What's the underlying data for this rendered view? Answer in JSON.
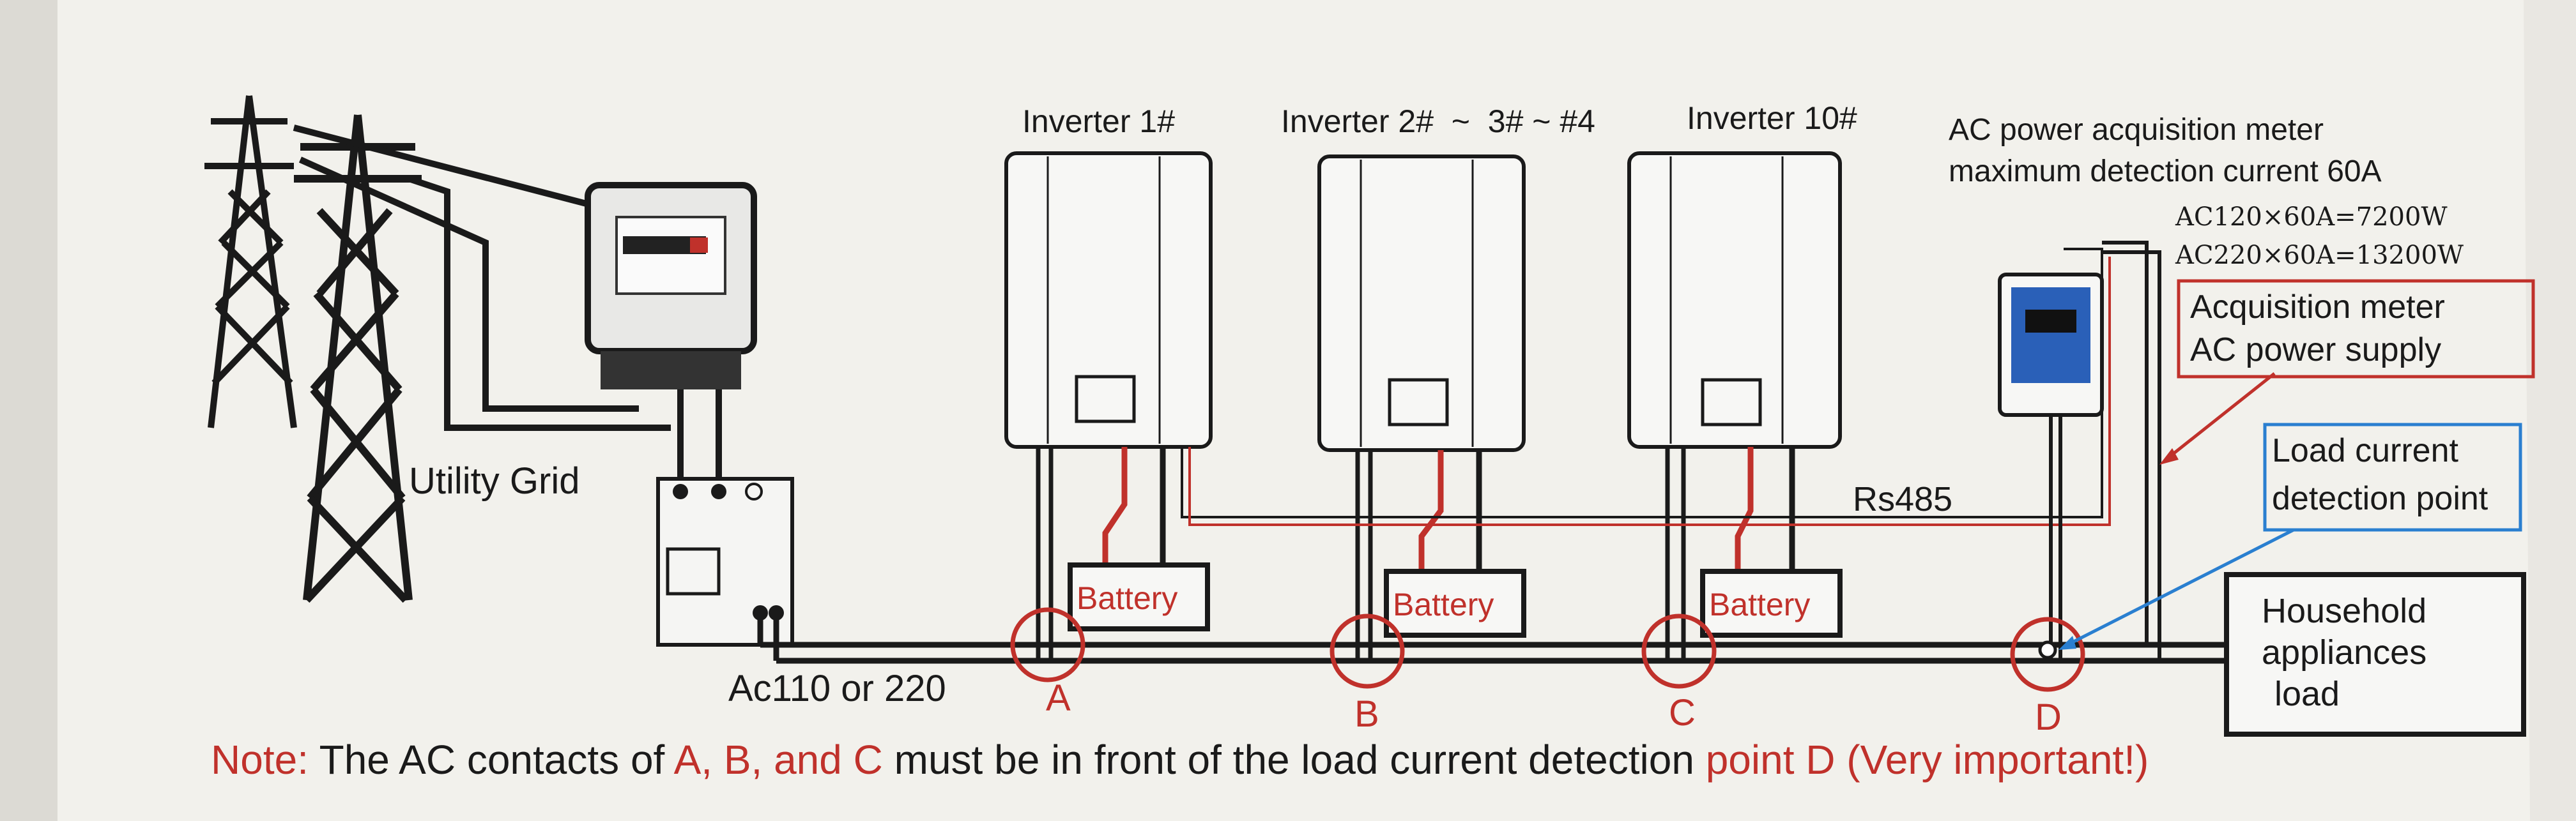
{
  "inverters": {
    "inv1": "Inverter 1#",
    "inv_mid": "Inverter 2#  ~  3# ~ #4",
    "inv10": "Inverter 10#"
  },
  "battery_label": "Battery",
  "utility_grid": "Utility Grid",
  "ac_voltage": "Ac110 or 220",
  "rs485": "Rs485",
  "meter_title": [
    "AC power acquisition meter",
    "maximum detection current 60A"
  ],
  "meter_calc": [
    "AC120×60A=7200W",
    "AC220×60A=13200W"
  ],
  "acq_supply": [
    "Acquisition meter",
    "AC power supply"
  ],
  "load_point": [
    "Load current",
    "detection point"
  ],
  "household": [
    "Household",
    "appliances",
    "load"
  ],
  "points": [
    "A",
    "B",
    "C",
    "D"
  ],
  "note": {
    "prefix": "Note:",
    "part1": " The AC contacts of ",
    "abc": "A, B, and C",
    "part2": " must be in front of the load current detection ",
    "pointd": "point D (Very important!)"
  },
  "colors": {
    "red": "#c0312b",
    "blue": "#2a7fd0",
    "ink": "#1a1a1a",
    "paper": "#f2f1ec"
  }
}
